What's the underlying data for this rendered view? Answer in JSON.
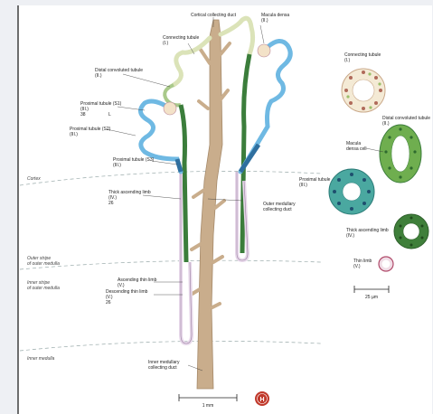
{
  "zones": {
    "cortex": "Cortex",
    "outer_stripe_1": "Outer stripe",
    "outer_stripe_2": "of outer medulla",
    "inner_stripe_1": "Inner stripe",
    "inner_stripe_2": "of outer medulla",
    "inner_medulla": "Inner medulla"
  },
  "labels": {
    "cortical_collecting_duct": "Cortical collecting duct",
    "macula_densa_1": "Macula densa",
    "macula_densa_2": "(II.)",
    "connecting_tubule_1": "Connecting tubule",
    "connecting_tubule_2": "(I.)",
    "dct_1": "Distal convoluted tubule",
    "dct_2": "(II.)",
    "pt_s1_1": "Proximal tubule (S1)",
    "pt_s1_2": "(III.)",
    "pt_s1_3": "38",
    "pt_s1_4": "L",
    "pt_s2_1": "Proximal tubule (S2)",
    "pt_s2_2": "(III.)",
    "pt_s3_1": "Proximal tubule (S3)",
    "pt_s3_2": "(III.)",
    "tal_1": "Thick ascending limb",
    "tal_2": "(IV.)",
    "tal_3": "26",
    "omcd_1": "Outer medullary",
    "omcd_2": "collecting duct",
    "atl_1": "Ascending thin limb",
    "atl_2": "(V.)",
    "dtl_1": "Descending thin limb",
    "dtl_2": "(V.)",
    "dtl_3": "26",
    "imcd_1": "Inner medullary",
    "imcd_2": "collecting duct",
    "scale_bar": "1 mm",
    "badge": "H"
  },
  "sections": {
    "connecting_tubule_1": "Connecting tubule",
    "connecting_tubule_2": "(I.)",
    "dct_1": "Distal convoluted tubule",
    "dct_2": "(II.)",
    "macula_densa_1": "Macula",
    "macula_densa_2": "densa cell",
    "proximal_1": "Proximal tubule",
    "proximal_2": "(III.)",
    "tal_1": "Thick ascending limb",
    "tal_2": "(IV.)",
    "thin_1": "Thin limb",
    "thin_2": "(V.)",
    "scale": "25 µm"
  },
  "colors": {
    "background": "#eef0f4",
    "panel": "#ffffff",
    "collecting_duct": "#c9ad8c",
    "connecting_tubule": "#dbe3b8",
    "distal_green": "#3b7d3b",
    "proximal_blue": "#6fb9e3",
    "proximal_dark": "#2f6f9f",
    "thin_limb": "#e7d8ea",
    "badge": "#c0392b"
  }
}
